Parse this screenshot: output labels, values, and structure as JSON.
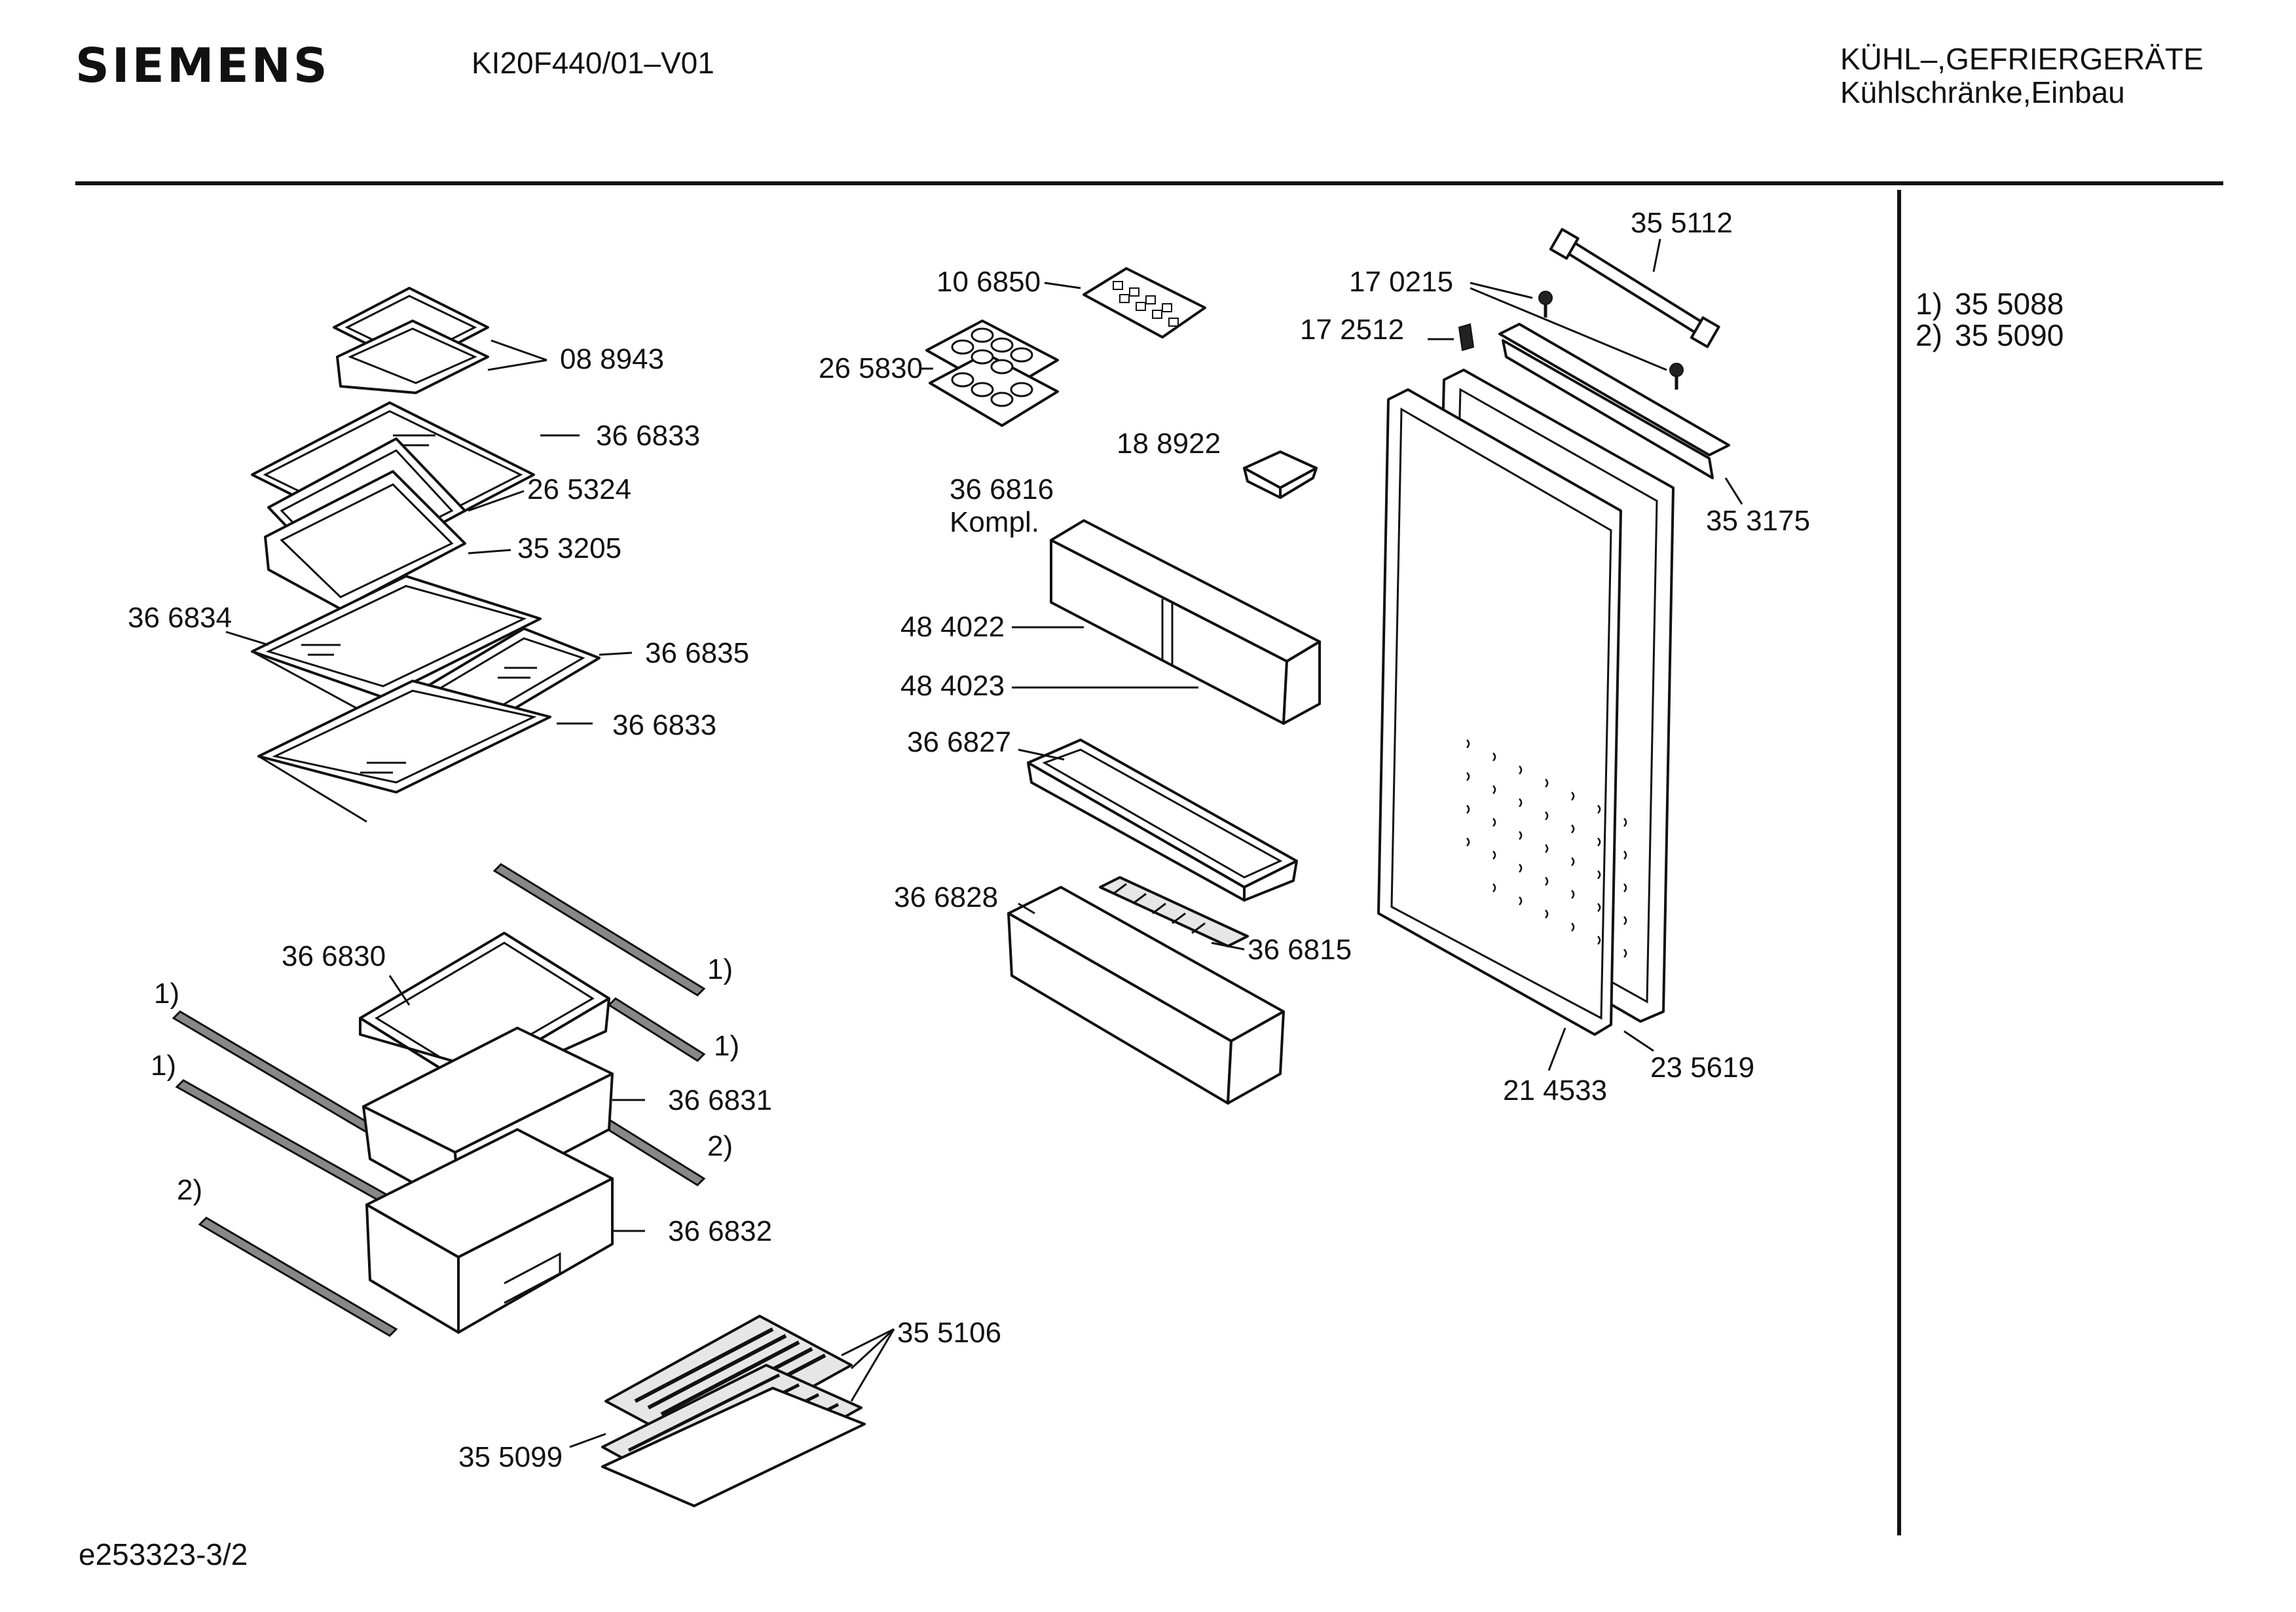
{
  "header": {
    "brand": "SIEMENS",
    "model": "KI20F440/01–V01",
    "category": "KÜHL–,GEFRIERGERÄTE",
    "subcategory": "Kühlschränke,Einbau"
  },
  "legend": [
    {
      "key": "1)",
      "value": "35 5088"
    },
    {
      "key": "2)",
      "value": "35 5090"
    }
  ],
  "footer": {
    "drawing_id": "e253323-3/2"
  },
  "parts": {
    "p088943": "08 8943",
    "p366833a": "36 6833",
    "p265324": "26 5324",
    "p353205": "35 3205",
    "p366834": "36 6834",
    "p366835": "36 6835",
    "p366833b": "36 6833",
    "p366830": "36 6830",
    "p366831": "36 6831",
    "p366832": "36 6832",
    "p355106": "35 5106",
    "p355099": "35 5099",
    "p106850": "10 6850",
    "p265830": "26 5830",
    "p188922": "18 8922",
    "p366816": "36 6816",
    "kompl": "Kompl.",
    "p484022": "48 4022",
    "p484023": "48 4023",
    "p366827": "36 6827",
    "p366828": "36 6828",
    "p366815": "36 6815",
    "p355112": "35 5112",
    "p170215": "17 0215",
    "p172512": "17 2512",
    "p353175": "35 3175",
    "p214533": "21 4533",
    "p235619": "23 5619",
    "n1a": "1)",
    "n1b": "1)",
    "n1c": "1)",
    "n1d": "1)",
    "n2a": "2)",
    "n2b": "2)"
  }
}
